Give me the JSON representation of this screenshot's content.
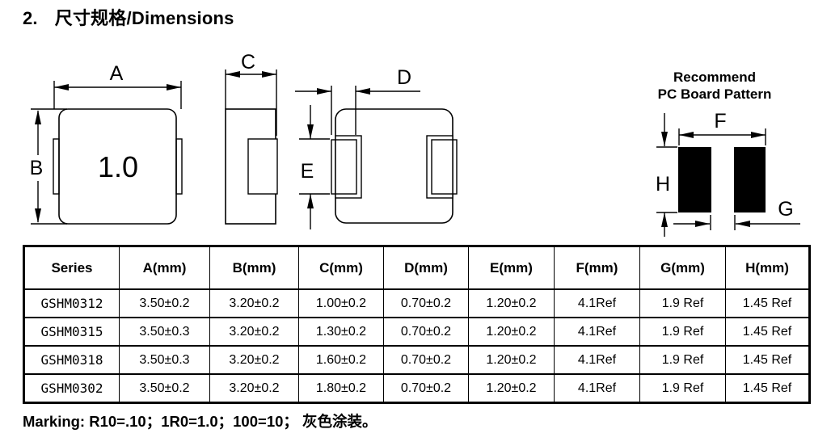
{
  "page": {
    "title_number": "2.",
    "title_text": "尺寸规格/Dimensions",
    "marking_note": "Marking: R10=.10；1R0=1.0；100=10； 灰色涂装。"
  },
  "diagram": {
    "top_view": {
      "label_a": "A",
      "label_b": "B",
      "part_marking": "1.0"
    },
    "side_view": {
      "label_c": "C"
    },
    "bottom_view": {
      "label_d": "D",
      "label_e": "E"
    },
    "pcb_pattern": {
      "heading_line1": "Recommend",
      "heading_line2": "PC Board Pattern",
      "label_f": "F",
      "label_g": "G",
      "label_h": "H"
    }
  },
  "dimensions_table": {
    "headers": [
      "Series",
      "A(mm)",
      "B(mm)",
      "C(mm)",
      "D(mm)",
      "E(mm)",
      "F(mm)",
      "G(mm)",
      "H(mm)"
    ],
    "rows": [
      [
        "GSHM0312",
        "3.50±0.2",
        "3.20±0.2",
        "1.00±0.2",
        "0.70±0.2",
        "1.20±0.2",
        "4.1Ref",
        "1.9 Ref",
        "1.45 Ref"
      ],
      [
        "GSHM0315",
        "3.50±0.3",
        "3.20±0.2",
        "1.30±0.2",
        "0.70±0.2",
        "1.20±0.2",
        "4.1Ref",
        "1.9 Ref",
        "1.45 Ref"
      ],
      [
        "GSHM0318",
        "3.50±0.3",
        "3.20±0.2",
        "1.60±0.2",
        "0.70±0.2",
        "1.20±0.2",
        "4.1Ref",
        "1.9 Ref",
        "1.45 Ref"
      ],
      [
        "GSHM0302",
        "3.50±0.2",
        "3.20±0.2",
        "1.80±0.2",
        "0.70±0.2",
        "1.20±0.2",
        "4.1Ref",
        "1.9 Ref",
        "1.45 Ref"
      ]
    ]
  },
  "colors": {
    "ink": "#000000",
    "paper": "#ffffff"
  }
}
